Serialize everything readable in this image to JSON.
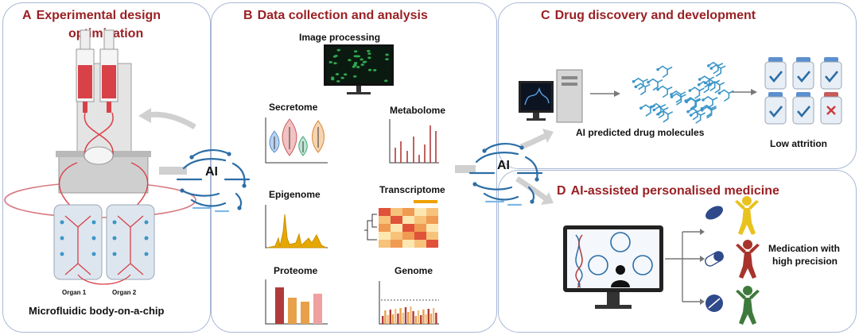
{
  "panels": {
    "a": {
      "letter": "A",
      "title_line1": "Experimental design",
      "title_line2": "optimization",
      "chip_label": "Microfluidic body-on-a-chip",
      "organ1": "Organ 1",
      "organ2": "Organ 2"
    },
    "b": {
      "letter": "B",
      "title": "Data collection and analysis",
      "image_processing": "Image processing",
      "secretome": "Secretome",
      "metabolome": "Metabolome",
      "epigenome": "Epigenome",
      "transcriptome": "Transcriptome",
      "proteome": "Proteome",
      "genome": "Genome"
    },
    "c": {
      "letter": "C",
      "title": "Drug discovery and development",
      "predicted": "AI predicted drug molecules",
      "attrition": "Low attrition"
    },
    "d": {
      "letter": "D",
      "title": "AI-assisted personalised medicine",
      "medication_line1": "Medication with",
      "medication_line2": "high precision"
    }
  },
  "ai": {
    "left": "AI",
    "right": "AI"
  },
  "colors": {
    "title_red": "#9a2024",
    "panel_border": "#a9b7d6",
    "circuit_blue": "#2c6ea6",
    "bar_red": "#b03a3a",
    "bar_orange": "#e8a04a",
    "bar_pink": "#f0a0a0",
    "epigenome_yellow": "#e6a800"
  }
}
